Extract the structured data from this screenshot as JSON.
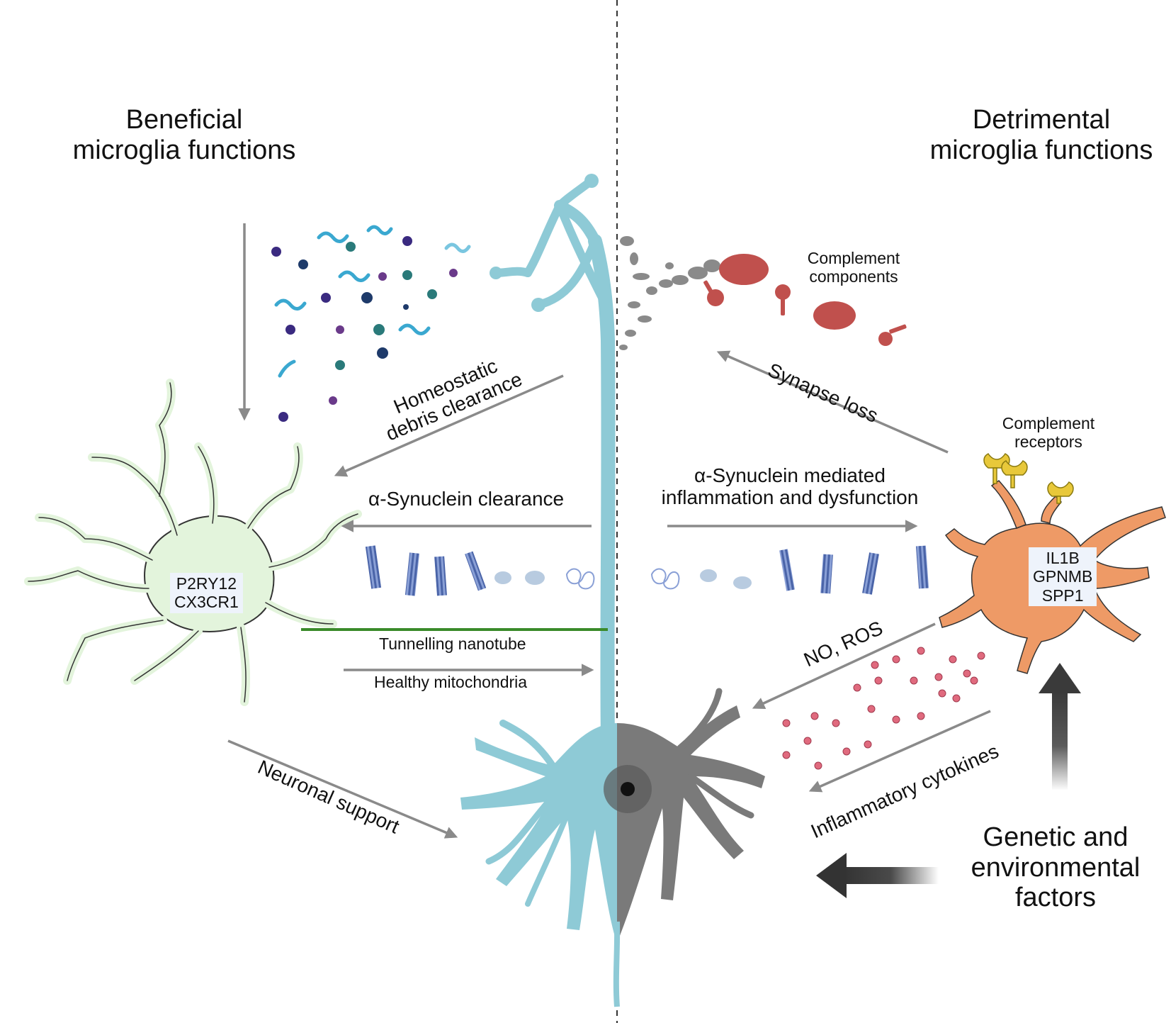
{
  "titles": {
    "beneficial": "Beneficial\nmicroglia functions",
    "detrimental": "Detrimental\nmicroglia functions"
  },
  "labels": {
    "homeostatic": "Homeostatic\ndebris clearance",
    "asyn_clearance": "α-Synuclein clearance",
    "tunnelling": "Tunnelling nanotube",
    "mitochondria": "Healthy mitochondria",
    "neuronal_support": "Neuronal support",
    "complement_components": "Complement\ncomponents",
    "complement_receptors": "Complement\nreceptors",
    "synapse_loss": "Synapse loss",
    "asyn_inflammation": "α-Synuclein mediated\ninflammation and dysfunction",
    "no_ros": "NO, ROS",
    "cytokines": "Inflammatory cytokines",
    "genetic": "Genetic and\nenvironmental\nfactors"
  },
  "homeostatic_microglia_markers": [
    "P2RY12",
    "CX3CR1"
  ],
  "reactive_microglia_markers": [
    "IL1B",
    "GPNMB",
    "SPP1"
  ],
  "colors": {
    "homeostatic_microglia": "#e3f4dc",
    "reactive_microglia": "#ee9a66",
    "healthy_neuron": "#8ecad6",
    "damaged_neuron": "#7a7a7a",
    "complement": "#c0504d",
    "cytokine": "#e06a7e",
    "arrow": "#8a8a8a",
    "nanotube": "#3a8a2a"
  }
}
